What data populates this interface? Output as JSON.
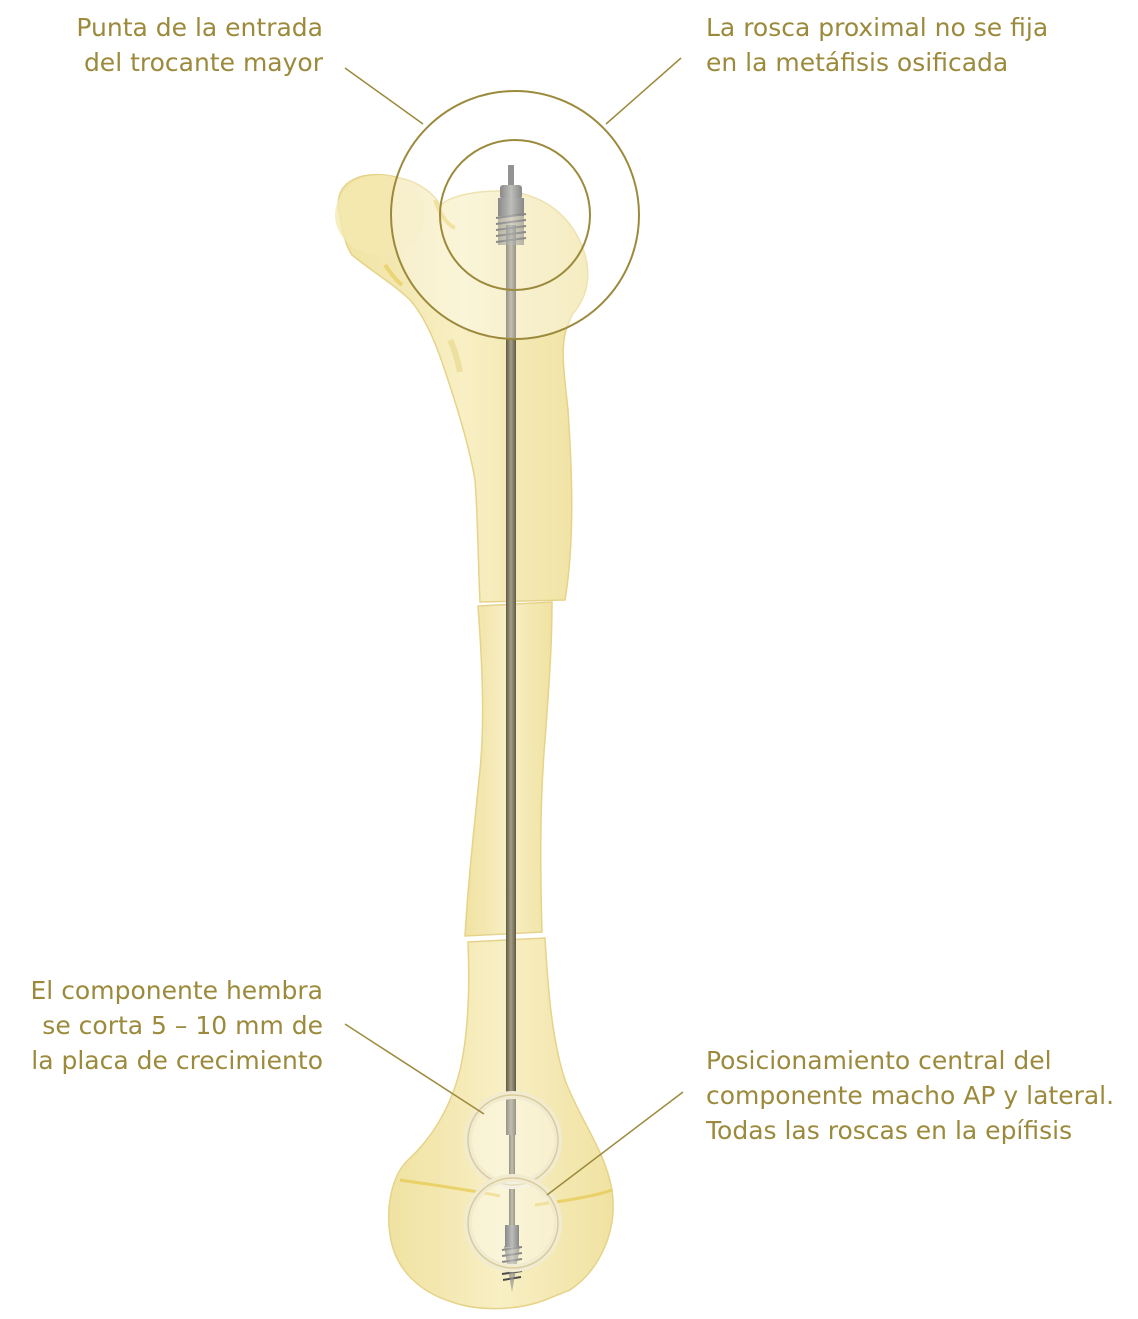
{
  "labels": {
    "top_left": {
      "line1": "Punta de la entrada",
      "line2": "del trocante mayor"
    },
    "top_right": {
      "line1": "La rosca proximal no se fija",
      "line2": "en la metáfisis osificada"
    },
    "bottom_left": {
      "line1": "El componente hembra",
      "line2": "se corta 5 – 10 mm de",
      "line3": "la placa de crecimiento"
    },
    "bottom_right": {
      "line1": "Posicionamiento central del",
      "line2": "componente macho AP y lateral.",
      "line3": "Todas las roscas en la epífisis"
    }
  },
  "colors": {
    "label_text": "#9c8a3c",
    "callout_line": "#9c8a3c",
    "bone": "#f3e6a6",
    "bone_edge": "#e3d080",
    "rod": "#8a8570",
    "screw": "#6b6b68"
  }
}
